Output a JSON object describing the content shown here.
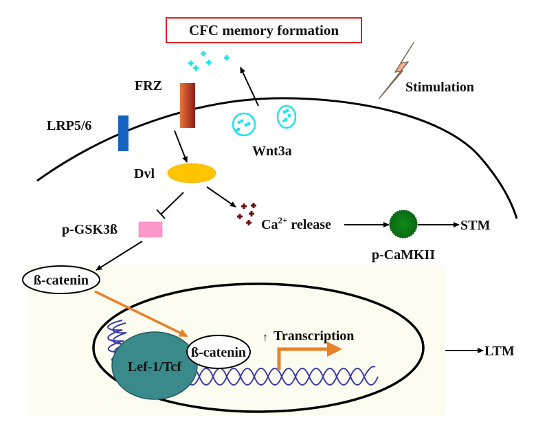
{
  "title": "CFC memory formation",
  "colors": {
    "title_border": "#e02020",
    "membrane": "#000000",
    "lrp": "#1565c0",
    "frz_light": "#e8763a",
    "frz_dark": "#8b1a1a",
    "wnt": "#1ee3ee",
    "dvl": "#ffc400",
    "gsk": "#ff99cc",
    "calcium": "#6b0f0f",
    "camkii": "#0a7a14",
    "lef": "#3a8a8c",
    "dna": "#3a3aa8",
    "orange_arrow": "#e8822a",
    "nucleus_bg": "#fdfcf0",
    "bolt": "#f5b08a"
  },
  "labels": {
    "frz": "FRZ",
    "lrp": "LRP5/6",
    "wnt": "Wnt3a",
    "stimulation": "Stimulation",
    "dvl": "Dvl",
    "gsk": "p-GSK3ß",
    "ca_base": "Ca",
    "ca_sup": "2+",
    "ca_release": " release",
    "camkii": "p-CaMKII",
    "stm": "STM",
    "beta_catenin_cyto": "ß-catenin",
    "beta_catenin_nuc": "ß-catenin",
    "lef": "Lef-1/Tcf",
    "transcription": "Transcription",
    "ltm": "LTM"
  },
  "icons": {
    "transcription_up": "↑"
  }
}
